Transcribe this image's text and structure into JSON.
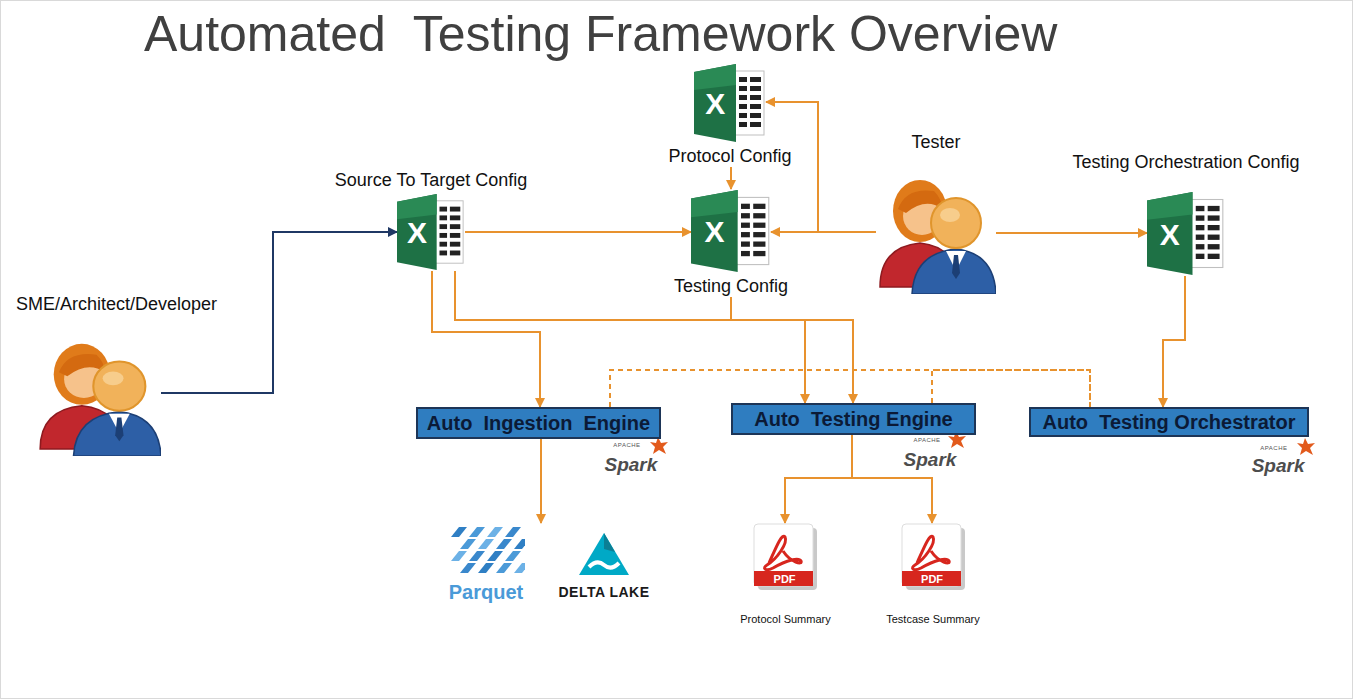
{
  "diagram": {
    "title": "Automated  Testing Framework Overview",
    "nodes": [
      {
        "text": [
          "Protocol Config"
        ]
      },
      {
        "text": [
          "Tester"
        ]
      },
      {
        "text": [
          "Testing Orchestration Config"
        ]
      },
      {
        "text": [
          "Source To Target Config"
        ]
      },
      {
        "text": [
          "Testing Config"
        ]
      },
      {
        "text": [
          "SME/Architect/Developer"
        ]
      },
      {
        "text": [
          "Auto  Ingestion  Engine"
        ]
      },
      {
        "text": [
          "Auto  Testing Engine"
        ]
      },
      {
        "text": [
          "Auto  Testing Orchestrator"
        ]
      },
      {
        "text": [
          "Parquet"
        ]
      },
      {
        "text": [
          "DELTA LAKE"
        ]
      },
      {
        "text": [
          "Protocol Summary"
        ]
      },
      {
        "text": [
          "Testcase Summary"
        ]
      }
    ],
    "edges": [
      {
        "from": 5,
        "to": 3,
        "arrow": "to"
      },
      {
        "from": 0,
        "to": 4,
        "arrow": "to"
      },
      {
        "from": 1,
        "to": 4,
        "arrow": "to"
      },
      {
        "from": 1,
        "to": 0,
        "arrow": "to"
      },
      {
        "from": 3,
        "to": 4,
        "arrow": "to"
      },
      {
        "from": 1,
        "to": 2,
        "arrow": "to"
      },
      {
        "from": 3,
        "to": 6,
        "arrow": "to"
      },
      {
        "from": 3,
        "to": 7,
        "arrow": "to"
      },
      {
        "from": 4,
        "to": 7,
        "arrow": "to"
      },
      {
        "from": 2,
        "to": 8,
        "arrow": "to"
      },
      {
        "from": 6,
        "to": 9,
        "arrow": "to"
      },
      {
        "from": 7,
        "to": 11,
        "arrow": "to"
      },
      {
        "from": 7,
        "to": 12,
        "arrow": "to"
      },
      {
        "from": 6,
        "to": 8,
        "arrow": "none"
      },
      {
        "from": 7,
        "to": 8,
        "arrow": "none"
      }
    ],
    "labels": [
      "X",
      "X",
      "X",
      "X",
      "APACHE",
      "Spark",
      "APACHE",
      "Spark",
      "APACHE",
      "Spark",
      "PDF",
      "PDF"
    ]
  }
}
